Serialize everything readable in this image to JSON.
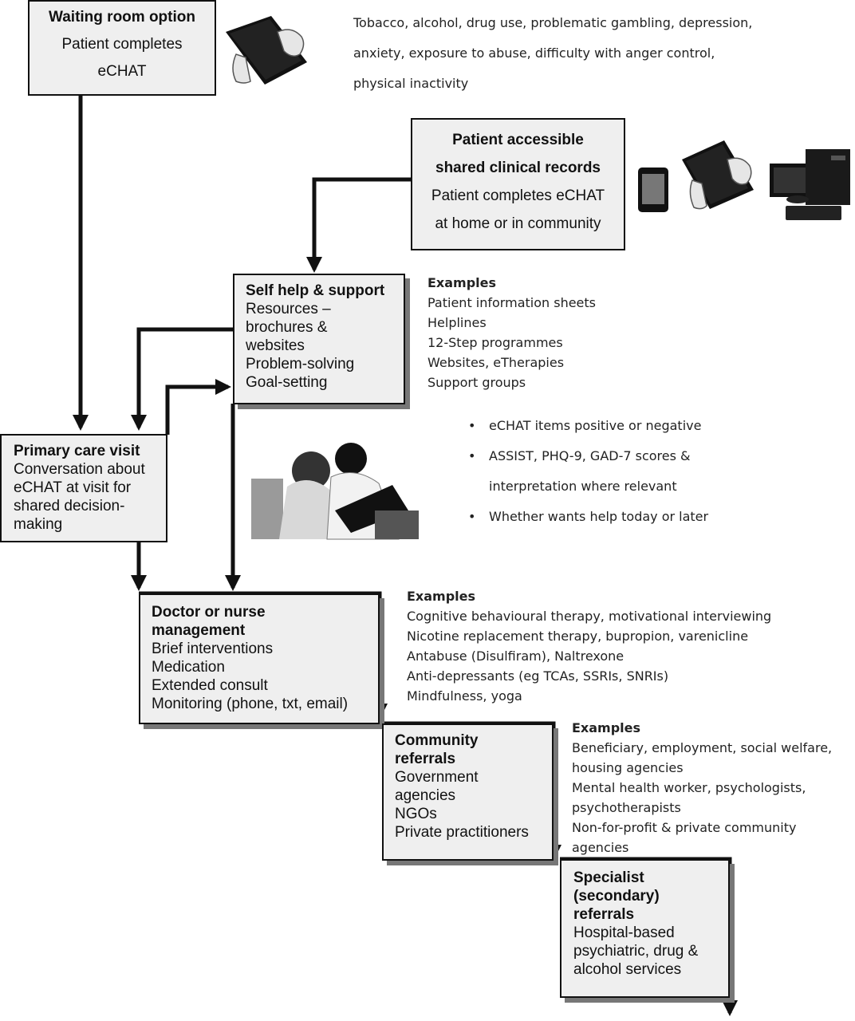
{
  "waiting_room": {
    "title": "Waiting room option",
    "lines": [
      "Patient completes",
      "eCHAT"
    ]
  },
  "screening_topics": {
    "lines": [
      "Tobacco, alcohol, drug use, problematic gambling, depression,",
      "anxiety, exposure to abuse, difficulty with anger control,",
      "physical inactivity"
    ]
  },
  "patient_records": {
    "title_lines": [
      "Patient accessible",
      "shared clinical records"
    ],
    "lines": [
      "Patient completes eCHAT",
      "at home or in community"
    ]
  },
  "self_help": {
    "title": "Self help & support",
    "lines": [
      "Resources –",
      "brochures &",
      "websites",
      "Problem-solving",
      "Goal-setting"
    ]
  },
  "self_help_examples": {
    "header": "Examples",
    "lines": [
      "Patient information sheets",
      "Helplines",
      "12-Step programmes",
      "Websites, eTherapies",
      "Support groups"
    ]
  },
  "primary_care": {
    "title": "Primary care visit",
    "lines": [
      "Conversation about",
      "eCHAT at visit for",
      "shared decision-",
      "making"
    ]
  },
  "visit_bullets": {
    "items": [
      {
        "text": "eCHAT items positive or negative",
        "bullet": true
      },
      {
        "text": "ASSIST, PHQ-9, GAD-7 scores &",
        "bullet": true
      },
      {
        "text": "interpretation where relevant",
        "bullet": false
      },
      {
        "text": "Whether wants help today or later",
        "bullet": true
      }
    ]
  },
  "doctor_nurse": {
    "title_lines": [
      "Doctor or nurse",
      "management"
    ],
    "lines": [
      "Brief interventions",
      "Medication",
      "Extended consult",
      "Monitoring (phone, txt, email)"
    ]
  },
  "doctor_examples": {
    "header": "Examples",
    "lines": [
      "Cognitive behavioural therapy, motivational interviewing",
      "Nicotine replacement therapy, bupropion, varenicline",
      "Antabuse (Disulfiram), Naltrexone",
      "Anti-depressants (eg TCAs, SSRIs, SNRIs)",
      "Mindfulness, yoga"
    ]
  },
  "community": {
    "title_lines": [
      "Community",
      "referrals"
    ],
    "lines": [
      "Government",
      "agencies",
      "NGOs",
      "Private practitioners"
    ]
  },
  "community_examples": {
    "header": "Examples",
    "lines": [
      "Beneficiary, employment, social welfare,",
      "housing agencies",
      "Mental health worker, psychologists,",
      "psychotherapists",
      "Non-for-profit & private community",
      "agencies"
    ]
  },
  "specialist": {
    "title_lines": [
      "Specialist",
      "(secondary)",
      "referrals"
    ],
    "lines": [
      "Hospital-based",
      "psychiatric, drug &",
      "alcohol services"
    ]
  },
  "colors": {
    "line": "#111111",
    "box_fill": "#efefef",
    "shadow": "#777777"
  },
  "icons": [
    "tablet-hand-icon",
    "phone-icon",
    "tablet-hand-icon",
    "desktop-computer-icon",
    "consultation-photo"
  ]
}
